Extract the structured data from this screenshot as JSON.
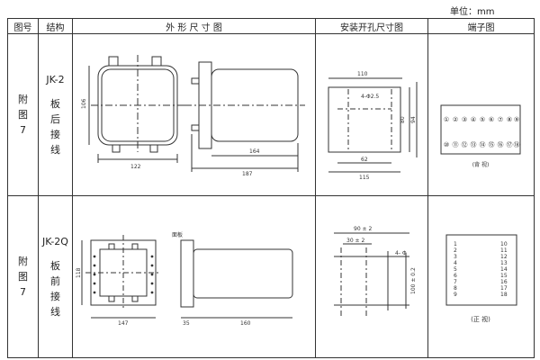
{
  "unit_label": "单位：mm",
  "headers": {
    "fig_no": "图号",
    "structure": "结构",
    "outline": "外 形 尺 寸 图",
    "mounting": "安装开孔尺寸图",
    "terminal": "端子图"
  },
  "rows": [
    {
      "fig_label": [
        "附",
        "图",
        "7"
      ],
      "code": "JK-2",
      "type_chars": [
        "板",
        "后",
        "接",
        "线"
      ],
      "outline": {
        "dim_height": "106",
        "dim_width": "122",
        "dim_depth": "164",
        "dim_total": "187"
      },
      "mounting": {
        "dim_top": "110",
        "hole_note": "4-Φ2.5",
        "dim_h1": "80",
        "dim_h2": "94",
        "dim_bottom_inner": "62",
        "dim_bottom": "115"
      },
      "terminal": {
        "caption": "(背 视)",
        "top_row": [
          "①",
          "②",
          "③",
          "④",
          "⑤",
          "⑥",
          "⑦",
          "⑧",
          "⑨"
        ],
        "bottom_row": [
          "⑩",
          "⑪",
          "⑫",
          "⑬",
          "⑭",
          "⑮",
          "⑯",
          "⑰",
          "⑱"
        ]
      }
    },
    {
      "fig_label": [
        "附",
        "图",
        "7"
      ],
      "code": "JK-2Q",
      "type_chars": [
        "板",
        "前",
        "接",
        "线"
      ],
      "outline": {
        "dim_height": "118",
        "dim_width": "147",
        "dim_panel": "35",
        "dim_depth": "160",
        "panel_label": "面板"
      },
      "mounting": {
        "dim_top": "90 ± 2",
        "dim_top2": "30 ± 2",
        "hole_note": "4- Φ",
        "dim_vertical": "100 ± 0.2"
      },
      "terminal": {
        "caption": "(正 视)",
        "left": [
          "1",
          "2",
          "3",
          "4",
          "5",
          "6",
          "7",
          "8",
          "9"
        ],
        "right": [
          "10",
          "11",
          "12",
          "13",
          "14",
          "15",
          "16",
          "17",
          "18"
        ]
      }
    }
  ]
}
